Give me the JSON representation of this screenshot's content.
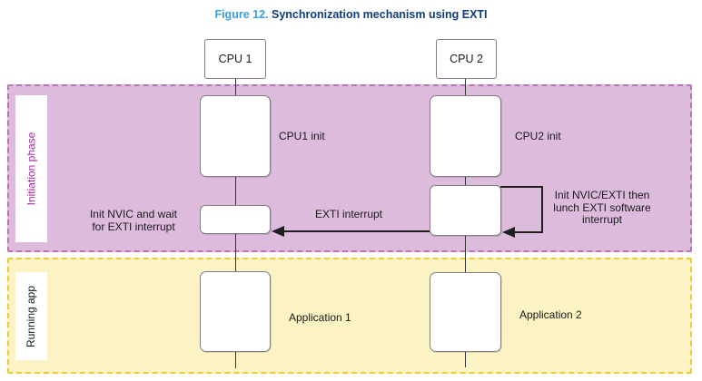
{
  "figure": {
    "number": "Figure 12.",
    "title": "Synchronization mechanism using EXTI"
  },
  "columns": [
    {
      "id": "cpu1",
      "header": "CPU 1"
    },
    {
      "id": "cpu2",
      "header": "CPU 2"
    }
  ],
  "phases": [
    {
      "id": "initiation",
      "label": "Initiation phase"
    },
    {
      "id": "running",
      "label": "Running app"
    }
  ],
  "steps": {
    "cpu1_init": {
      "label": "CPU1 init"
    },
    "cpu2_init": {
      "label": "CPU2 init"
    },
    "cpu1_wait": {
      "lines": [
        "Init NVIC and wait",
        "for EXTI interrupt"
      ]
    },
    "cpu2_trigger": {
      "lines": [
        "Init NVIC/EXTI then",
        "lunch EXTI software",
        "interrupt"
      ]
    },
    "app1": {
      "label": "Application 1"
    },
    "app2": {
      "label": "Application 2"
    }
  },
  "arrows": {
    "exti": {
      "label": "EXTI interrupt"
    }
  },
  "colors": {
    "figure_number": "#33a0dc",
    "figure_title": "#0f3d7c",
    "initiation_bg": "#dcbbdc",
    "initiation_border": "#b873b5",
    "initiation_label": "#a62c9e",
    "running_bg": "#fcf3c5",
    "running_border": "#eecb35",
    "box_border": "#7f7f7f",
    "line": "#1f1f1f"
  }
}
